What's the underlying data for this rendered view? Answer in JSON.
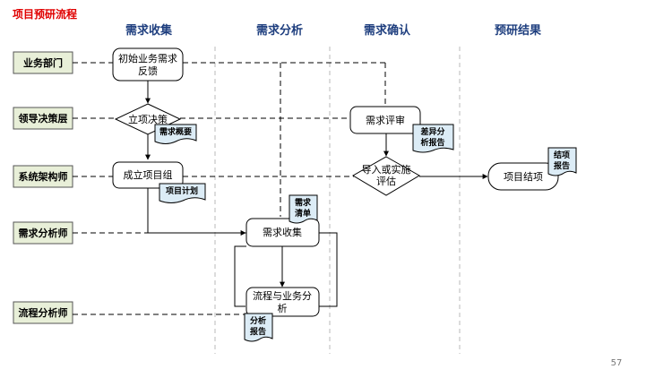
{
  "title": "项目预研流程",
  "phases": [
    "需求收集",
    "需求分析",
    "需求确认",
    "预研结果"
  ],
  "roles": [
    "业务部门",
    "领导决策层",
    "系统架构师",
    "需求分析师",
    "流程分析师"
  ],
  "nodes": {
    "initial_feedback": [
      "初始业务需求",
      "反馈"
    ],
    "decision": "立项决策",
    "form_team": "成立项目组",
    "collect": "需求收集",
    "process_analysis": [
      "流程与业务分",
      "析"
    ],
    "review": "需求评审",
    "evaluate": [
      "导入或实施",
      "评估"
    ],
    "close": "项目结项"
  },
  "documents": {
    "overview": "需求概要",
    "plan": "项目计划",
    "list": [
      "需求",
      "清单"
    ],
    "diff": [
      "差异分",
      "析报告"
    ],
    "close_report": [
      "结项",
      "报告"
    ],
    "analysis_report": [
      "分析",
      "报告"
    ]
  },
  "page_number": "57",
  "colors": {
    "title": "#e00000",
    "phase": "#1f3f7f",
    "role_fill": "#e8efd8",
    "doc_fill": "#dcecf6"
  }
}
